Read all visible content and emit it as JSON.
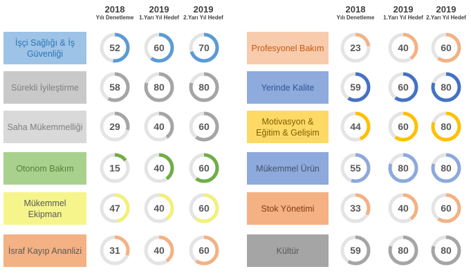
{
  "headers": [
    {
      "year": "2018",
      "sub": "Yılı Denetleme"
    },
    {
      "year": "2019",
      "sub": "1.Yarı Yıl Hedef"
    },
    {
      "year": "2019",
      "sub": "2.Yarı Yıl Hedef"
    }
  ],
  "left": [
    {
      "label": "İşçi Sağlığı & İş Güvenliği",
      "bg": "#9DC3E6",
      "fg": "#2E75B6",
      "color": "#5B9BD5",
      "values": [
        52,
        60,
        70
      ]
    },
    {
      "label": "Sürekli İyileştirme",
      "bg": "#C9C9C9",
      "fg": "#7F7F7F",
      "color": "#A5A5A5",
      "values": [
        58,
        80,
        80
      ]
    },
    {
      "label": "Saha Mükemmelliği",
      "bg": "#D9D9D9",
      "fg": "#7F7F7F",
      "color": "#A5A5A5",
      "values": [
        29,
        40,
        60
      ]
    },
    {
      "label": "Otonom Bakım",
      "bg": "#A9D18E",
      "fg": "#548235",
      "color": "#70AD47",
      "values": [
        15,
        40,
        60
      ]
    },
    {
      "label": "Mükemmel Ekipman",
      "bg": "#F5F58C",
      "fg": "#595959",
      "color": "#F2F07A",
      "values": [
        47,
        40,
        60
      ]
    },
    {
      "label": "İsraf Kayıp Ananlizi",
      "bg": "#F4B183",
      "fg": "#595959",
      "color": "#F4B183",
      "values": [
        31,
        40,
        60
      ]
    }
  ],
  "right": [
    {
      "label": "Profesyonel Bakım",
      "bg": "#F8CBAD",
      "fg": "#C55A11",
      "color": "#F4B183",
      "values": [
        23,
        40,
        60
      ]
    },
    {
      "label": "Yerinde Kalite",
      "bg": "#8FAADC",
      "fg": "#2F5597",
      "color": "#4472C4",
      "values": [
        59,
        60,
        80
      ]
    },
    {
      "label": "Motivasyon & Eğitim & Gelişim",
      "bg": "#FFD966",
      "fg": "#7F6000",
      "color": "#FFC000",
      "values": [
        44,
        60,
        80
      ]
    },
    {
      "label": "Mükemmel Ürün",
      "bg": "#8EA9DB",
      "fg": "#44546A",
      "color": "#8EA9DB",
      "values": [
        55,
        80,
        80
      ]
    },
    {
      "label": "Stok Yönetimi",
      "bg": "#F4B183",
      "fg": "#843C0C",
      "color": "#F4B183",
      "values": [
        33,
        40,
        60
      ]
    },
    {
      "label": "Kültür",
      "bg": "#A5A5A5",
      "fg": "#595959",
      "color": "#A5A5A5",
      "values": [
        59,
        80,
        80
      ]
    }
  ]
}
